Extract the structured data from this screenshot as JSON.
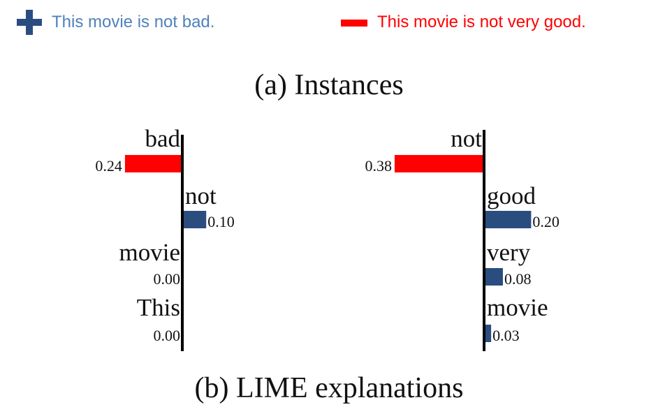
{
  "legend": {
    "positive": {
      "text": "This movie is not bad.",
      "color": "#4f81bd",
      "icon": "plus-icon",
      "icon_color": "#2a4d80"
    },
    "negative": {
      "text": "This movie is not very good.",
      "color": "#ff0000",
      "icon": "minus-icon"
    }
  },
  "captions": {
    "instances": "(a) Instances",
    "explanations": "(b) LIME explanations"
  },
  "colors": {
    "positive_bar": "#2a4d80",
    "negative_bar": "#ff0000",
    "axis": "#000000"
  },
  "chart_data": [
    {
      "type": "bar",
      "orientation": "horizontal",
      "instance": "This movie is not bad.",
      "features": [
        {
          "word": "bad",
          "weight": -0.24,
          "label": "0.24"
        },
        {
          "word": "not",
          "weight": 0.1,
          "label": "0.10"
        },
        {
          "word": "movie",
          "weight": 0.0,
          "label": "0.00"
        },
        {
          "word": "This",
          "weight": 0.0,
          "label": "0.00"
        }
      ]
    },
    {
      "type": "bar",
      "orientation": "horizontal",
      "instance": "This movie is not very good.",
      "features": [
        {
          "word": "not",
          "weight": -0.38,
          "label": "0.38"
        },
        {
          "word": "good",
          "weight": 0.2,
          "label": "0.20"
        },
        {
          "word": "very",
          "weight": 0.08,
          "label": "0.08"
        },
        {
          "word": "movie",
          "weight": 0.03,
          "label": "0.03"
        }
      ]
    }
  ]
}
